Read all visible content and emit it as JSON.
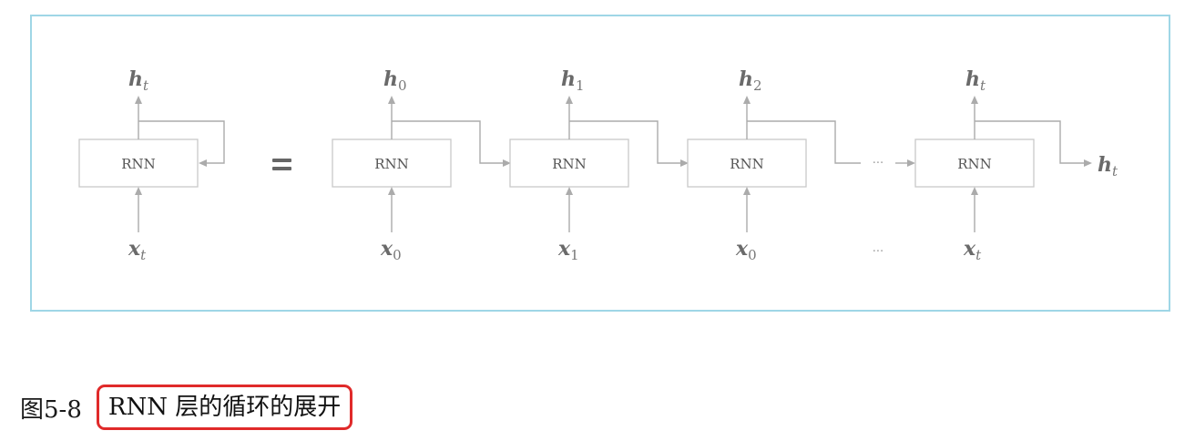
{
  "diagram": {
    "folded": {
      "box_label": "RNN",
      "input": {
        "var": "x",
        "sub": "t"
      },
      "output": {
        "var": "h",
        "sub": "t"
      }
    },
    "equals_sign": "=",
    "unrolled": [
      {
        "box_label": "RNN",
        "input": {
          "var": "x",
          "sub": "0"
        },
        "output": {
          "var": "h",
          "sub": "0"
        }
      },
      {
        "box_label": "RNN",
        "input": {
          "var": "x",
          "sub": "1"
        },
        "output": {
          "var": "h",
          "sub": "1"
        }
      },
      {
        "box_label": "RNN",
        "input": {
          "var": "x",
          "sub": "0"
        },
        "output": {
          "var": "h",
          "sub": "2"
        }
      },
      {
        "box_label": "RNN",
        "input": {
          "var": "x",
          "sub": "t"
        },
        "output": {
          "var": "h",
          "sub": "t"
        }
      }
    ],
    "ellipsis_wire": "···",
    "ellipsis_input": "···",
    "final_output": {
      "var": "h",
      "sub": "t"
    }
  },
  "caption": {
    "number": "图5-8",
    "title": "RNN 层的循环的展开"
  }
}
